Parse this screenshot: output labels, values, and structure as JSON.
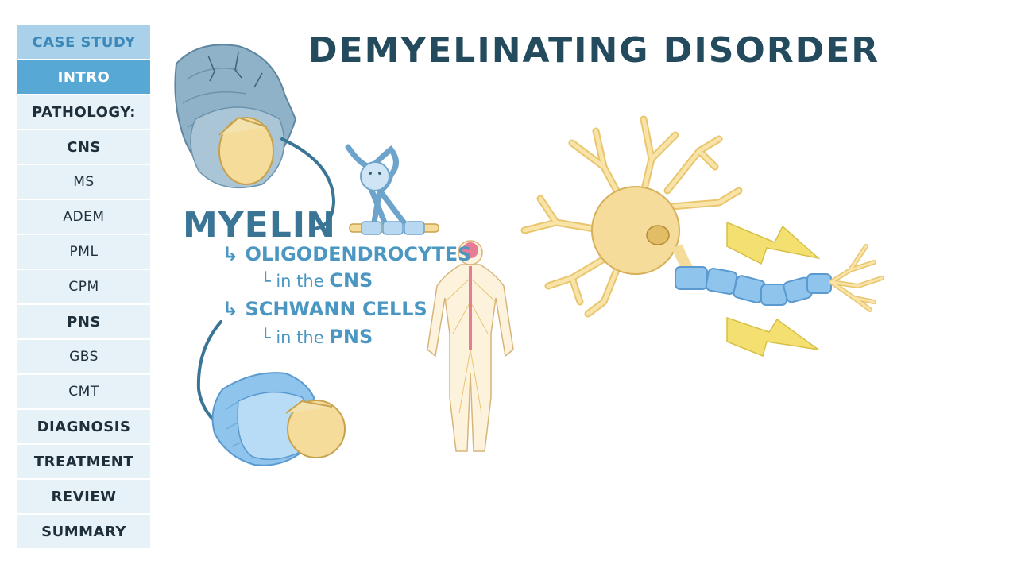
{
  "sidebar": {
    "items": [
      {
        "label": "CASE STUDY",
        "state": "header"
      },
      {
        "label": "INTRO",
        "state": "active"
      },
      {
        "label": "PATHOLOGY:",
        "state": "bold"
      },
      {
        "label": "CNS",
        "state": "bold"
      },
      {
        "label": "MS",
        "state": "normal"
      },
      {
        "label": "ADEM",
        "state": "normal"
      },
      {
        "label": "PML",
        "state": "normal"
      },
      {
        "label": "CPM",
        "state": "normal"
      },
      {
        "label": "PNS",
        "state": "bold"
      },
      {
        "label": "GBS",
        "state": "normal"
      },
      {
        "label": "CMT",
        "state": "normal"
      },
      {
        "label": "DIAGNOSIS",
        "state": "bold"
      },
      {
        "label": "TREATMENT",
        "state": "bold"
      },
      {
        "label": "REVIEW",
        "state": "bold"
      },
      {
        "label": "SUMMARY",
        "state": "bold"
      }
    ]
  },
  "title": "DEMYELINATING DISORDER",
  "labels": {
    "myelin": "MYELIN",
    "oligodendrocytes": "OLIGODENDROCYTES",
    "in_the_1": "in the",
    "cns": "CNS",
    "schwann_cells": "SCHWANN CELLS",
    "in_the_2": "in the",
    "pns": "PNS",
    "arrow": "↳",
    "elbow": "└"
  },
  "colors": {
    "title": "#244a5e",
    "accent": "#4b97c2",
    "active_tab": "#58a8d6",
    "header_tab": "#a9d2ea",
    "tab_bg": "#e7f1f8",
    "neuron": "#f6dc9a",
    "myelin": "#8fc4ec",
    "lightning": "#f3e070"
  }
}
